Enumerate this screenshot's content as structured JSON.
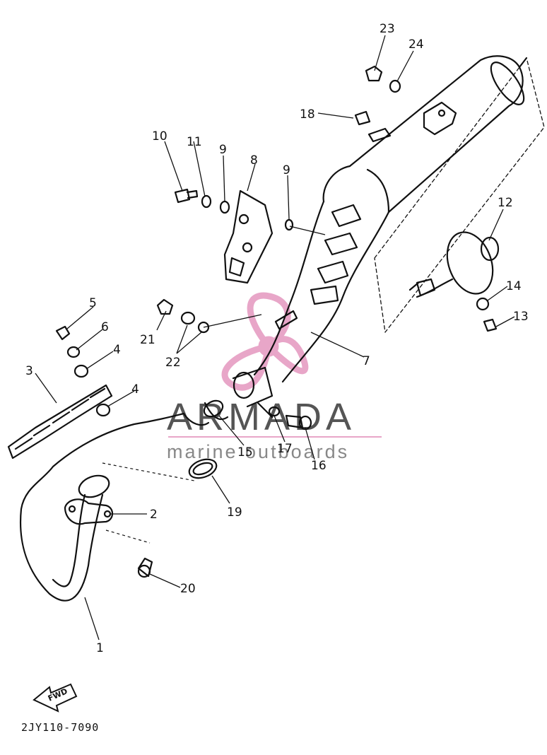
{
  "diagram": {
    "code": "2JY110-7090",
    "forward_label": "FWD",
    "callouts": [
      {
        "id": "c1",
        "label": "1"
      },
      {
        "id": "c2",
        "label": "2"
      },
      {
        "id": "c3",
        "label": "3"
      },
      {
        "id": "c4a",
        "label": "4"
      },
      {
        "id": "c4b",
        "label": "4"
      },
      {
        "id": "c5",
        "label": "5"
      },
      {
        "id": "c6",
        "label": "6"
      },
      {
        "id": "c7",
        "label": "7"
      },
      {
        "id": "c8",
        "label": "8"
      },
      {
        "id": "c9a",
        "label": "9"
      },
      {
        "id": "c9b",
        "label": "9"
      },
      {
        "id": "c10",
        "label": "10"
      },
      {
        "id": "c11",
        "label": "11"
      },
      {
        "id": "c12",
        "label": "12"
      },
      {
        "id": "c13",
        "label": "13"
      },
      {
        "id": "c14",
        "label": "14"
      },
      {
        "id": "c15",
        "label": "15"
      },
      {
        "id": "c16",
        "label": "16"
      },
      {
        "id": "c17",
        "label": "17"
      },
      {
        "id": "c18",
        "label": "18"
      },
      {
        "id": "c19",
        "label": "19"
      },
      {
        "id": "c20",
        "label": "20"
      },
      {
        "id": "c21",
        "label": "21"
      },
      {
        "id": "c22",
        "label": "22"
      },
      {
        "id": "c23",
        "label": "23"
      },
      {
        "id": "c24",
        "label": "24"
      }
    ]
  },
  "watermark": {
    "brand": "ARMADA",
    "tagline": "marine outboards",
    "logo_color": "#e8a6c8",
    "text_color": "#555555"
  }
}
